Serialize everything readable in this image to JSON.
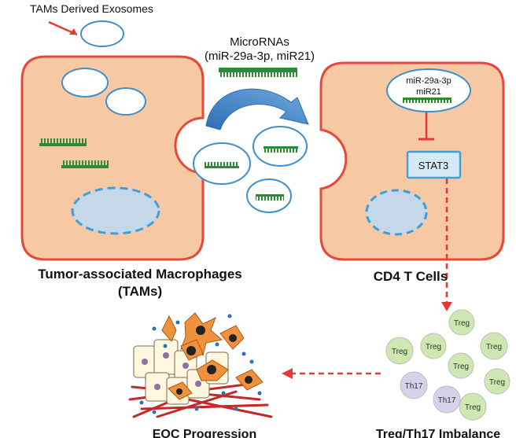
{
  "labels": {
    "exosomes": "TAMs Derived Exosomes",
    "micrornas_title": "MicroRNAs",
    "micrornas_list": "(miR-29a-3p, miR21)",
    "cd4_mir1": "miR-29a-3p",
    "cd4_mir2": "miR21",
    "stat3": "STAT3",
    "tams_line1": "Tumor-associated Macrophages",
    "tams_line2": "(TAMs)",
    "cd4": "CD4 T Cells",
    "eoc": "EOC Progression",
    "imbalance": "Treg/Th17 Imbalance"
  },
  "cells": [
    {
      "label": "Treg",
      "type": "treg"
    },
    {
      "label": "Treg",
      "type": "treg"
    },
    {
      "label": "Treg",
      "type": "treg"
    },
    {
      "label": "Treg",
      "type": "treg"
    },
    {
      "label": "Treg",
      "type": "treg"
    },
    {
      "label": "Treg",
      "type": "treg"
    },
    {
      "label": "Th17",
      "type": "th17"
    },
    {
      "label": "Th17",
      "type": "th17"
    },
    {
      "label": "Treg",
      "type": "treg"
    }
  ],
  "colors": {
    "cell_fill": "#F7C8A4",
    "cell_border": "#E8473B",
    "exosome_border": "#3F8FCB",
    "microrna": "#2E8B35",
    "nucleus_fill": "#C4D8EA",
    "nucleus_border": "#3F9FD8",
    "stat3_fill": "#D6EAF6",
    "stat3_border": "#3FA0DA",
    "inhibit": "#E53935",
    "dashed_arrow": "#E53935",
    "treg_fill": "#CFE7B0",
    "th17_fill": "#D6D2EA",
    "curved_arrow": "#3D7DC0"
  }
}
